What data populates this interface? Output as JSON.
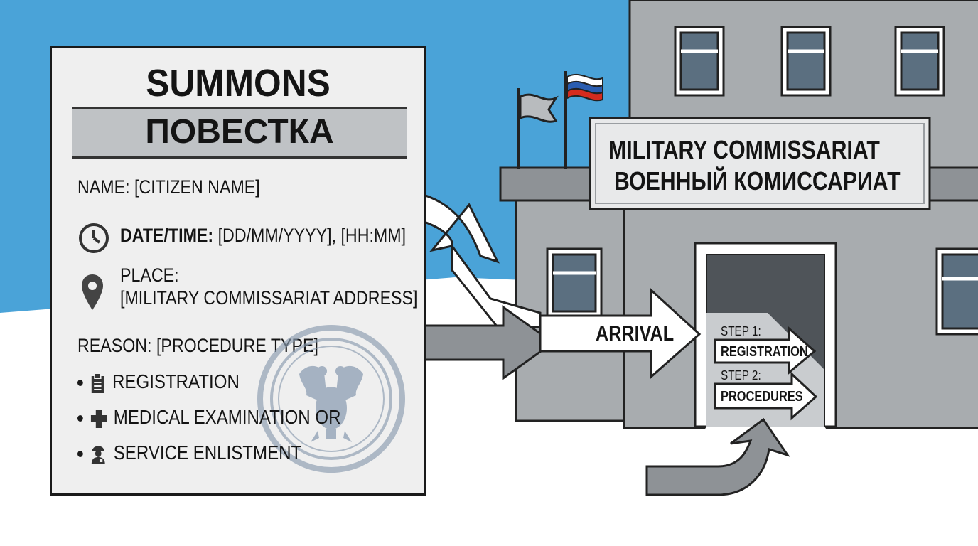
{
  "summons": {
    "title": "SUMMONS",
    "subtitle": "ПОВЕСТКА",
    "name_line": "NAME: [CITIZEN NAME]",
    "datetime_label": "DATE/TIME:",
    "datetime_value": "[DD/MM/YYYY], [HH:MM]",
    "place_label": "PLACE:",
    "place_value": "[MILITARY COMMISSARIAT ADDRESS]",
    "reason_line": "REASON: [PROCEDURE TYPE]",
    "options": [
      {
        "label": "REGISTRATION",
        "icon": "clipboard-icon"
      },
      {
        "label": "MEDICAL EXAMINATION OR",
        "icon": "medical-cross-icon"
      },
      {
        "label": "SERVICE ENLISTMENT",
        "icon": "soldier-icon"
      }
    ]
  },
  "building": {
    "sign_line_1": "MILITARY COMMISSARIAT",
    "sign_line_2": "ВОЕННЫЙ КОМИССАРИАТ"
  },
  "flow": {
    "arrival": "ARRIVAL",
    "step1_label": "STEP 1:",
    "step1_value": "REGISTRATION",
    "step2_label": "STEP 2:",
    "step2_value": "PROCEDURES"
  },
  "colors": {
    "sky": "#4aa3d8",
    "ground": "#ffffff",
    "building": "#a8acaf",
    "card": "#efefef",
    "stamp": "#8a9bb0"
  }
}
